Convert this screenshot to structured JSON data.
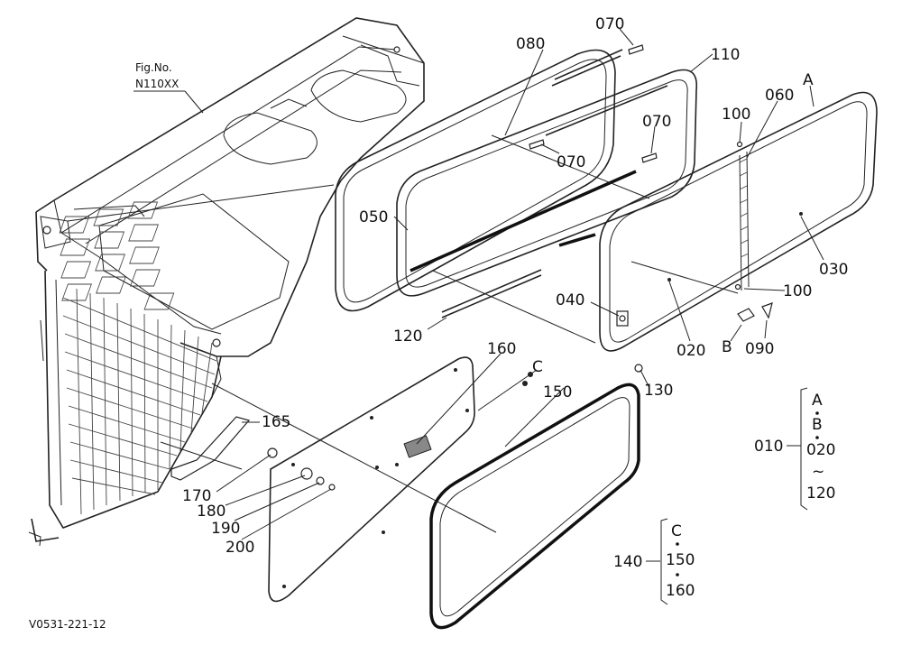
{
  "figure": {
    "fig_no_label": "Fig.No.",
    "fig_no_value": "N110XX",
    "drawing_code": "V0531-221-12"
  },
  "parts": {
    "p070a": "070",
    "p080": "080",
    "p110": "110",
    "p070b": "070",
    "p070c": "070",
    "p100a": "100",
    "p060": "060",
    "pA": "A",
    "p050": "050",
    "p030": "030",
    "p100b": "100",
    "p040": "040",
    "p020": "020",
    "pB": "B",
    "p090": "090",
    "p120": "120",
    "p160": "160",
    "pC": "C",
    "p150": "150",
    "p130": "130",
    "p165": "165",
    "p170": "170",
    "p180": "180",
    "p190": "190",
    "p200": "200"
  },
  "assembly_010": {
    "number": "010",
    "items": [
      "A",
      "B",
      "020",
      "~",
      "120"
    ]
  },
  "assembly_140": {
    "number": "140",
    "items": [
      "C",
      "150",
      "160"
    ]
  }
}
